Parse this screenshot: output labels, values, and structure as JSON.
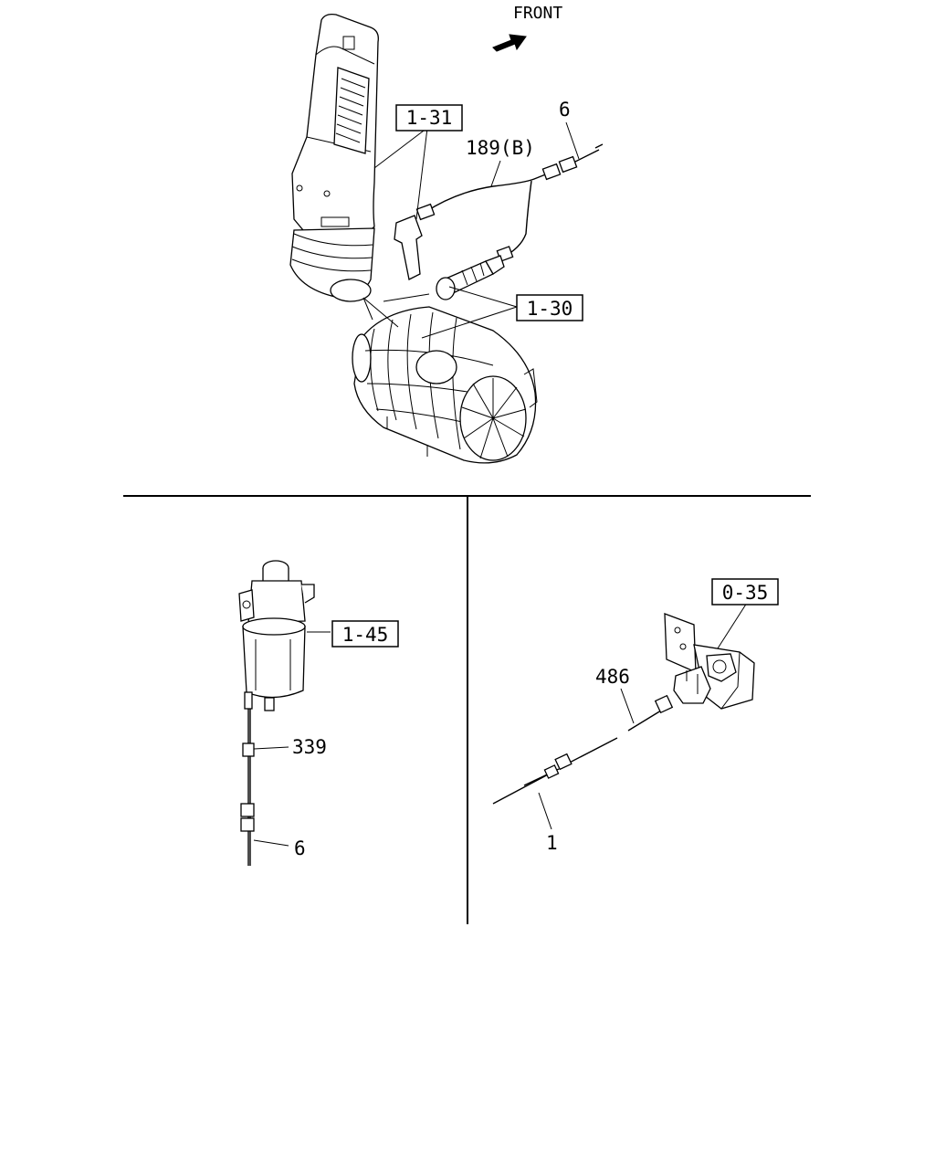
{
  "orientation": {
    "front_label": "FRONT"
  },
  "top_section": {
    "refs": {
      "air_cleaner_upper": "1-31",
      "air_cleaner_lower": "1-30"
    },
    "callouts": {
      "harness_connector": "6",
      "harness_branch": "189(B)"
    }
  },
  "bottom_left": {
    "refs": {
      "fuel_filter": "1-45"
    },
    "callouts": {
      "clip": "339",
      "connector": "6"
    }
  },
  "bottom_right": {
    "refs": {
      "bracket": "0-35"
    },
    "callouts": {
      "sensor_harness": "486",
      "main_harness": "1"
    }
  }
}
